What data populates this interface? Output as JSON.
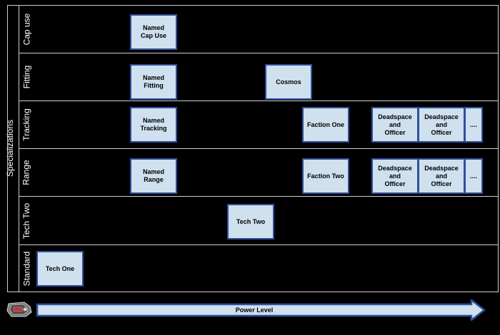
{
  "axis_label": "Specializations",
  "power_label": "Power Level",
  "rows": [
    {
      "label": "Cap use",
      "boxes": [
        {
          "text": "Named\nCap Use"
        }
      ]
    },
    {
      "label": "Fitting",
      "boxes": [
        {
          "text": "Named\nFitting"
        },
        {
          "text": "Cosmos"
        }
      ]
    },
    {
      "label": "Tracking",
      "boxes": [
        {
          "text": "Named\nTracking"
        },
        {
          "text": "Faction One"
        },
        {
          "text": "Deadspace\nand\nOfficer"
        },
        {
          "text": "Deadspace\nand\nOfficer"
        },
        {
          "text": "...."
        }
      ]
    },
    {
      "label": "Range",
      "boxes": [
        {
          "text": "Named\nRange"
        },
        {
          "text": "Faction Two"
        },
        {
          "text": "Deadspace\nand\nOfficer"
        },
        {
          "text": "Deadspace\nand\nOfficer"
        },
        {
          "text": "...."
        }
      ]
    },
    {
      "label": "Tech Two",
      "boxes": [
        {
          "text": "Tech Two"
        }
      ]
    },
    {
      "label": "Standard",
      "boxes": [
        {
          "text": "Tech One"
        }
      ]
    }
  ],
  "colors": {
    "box_fill": "#cfe0ee",
    "box_border": "#2f4f9e",
    "arrow_fill": "#cfe0ee",
    "arrow_border": "#2f4f9e"
  }
}
